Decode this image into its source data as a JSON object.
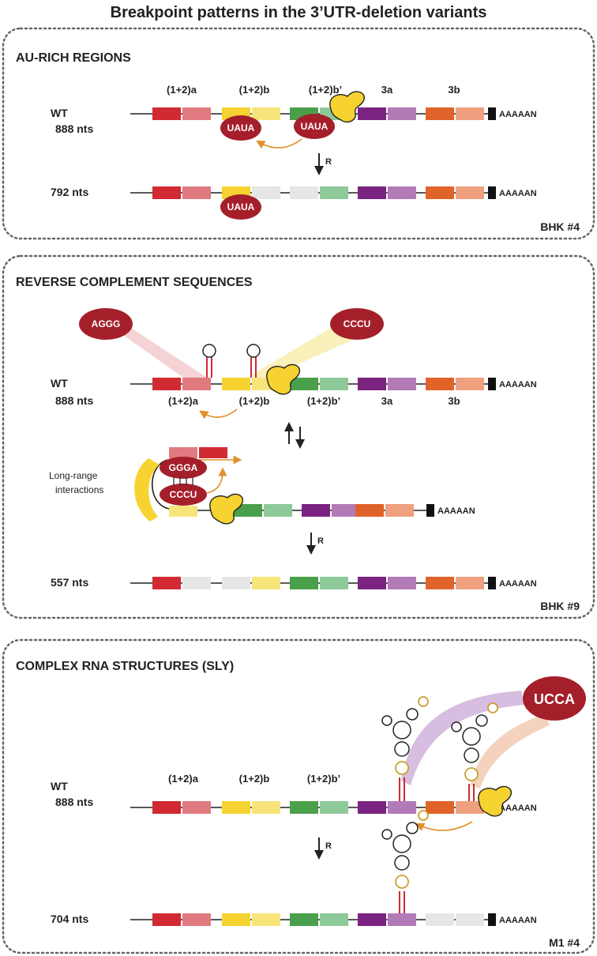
{
  "title": "Breakpoint patterns in the 3’UTR-deletion variants",
  "colors": {
    "s1a_left": "#d12a33",
    "s1a_right": "#e07a80",
    "s1b_left": "#f6d330",
    "s1b_right": "#f7e57b",
    "s1bp_left": "#4aa04a",
    "s1bp_right": "#8ec99a",
    "s3a_left": "#7a2381",
    "s3a_right": "#b27ab7",
    "s3b_left": "#e0632a",
    "s3b_right": "#eea07f",
    "deleted": "#e6e6e6",
    "oval": "#a51f2b",
    "arrow": "#e0912a",
    "enzyme": "#f6d330",
    "polyA_block": "#111111"
  },
  "segment_labels": [
    "(1+2)a",
    "(1+2)b",
    "(1+2)b’",
    "3a",
    "3b"
  ],
  "polyA": "AAAAAN",
  "recomb": "R",
  "panels": [
    {
      "title": "AU-RICH REGIONS",
      "tag": "BHK #4",
      "wt_label": "WT",
      "wt_len": "888 nts",
      "motif": "UAUA",
      "variant_len": "792 nts"
    },
    {
      "title": "REVERSE COMPLEMENT SEQUENCES",
      "tag": "BHK #9",
      "wt_label": "WT",
      "wt_len": "888 nts",
      "motif_left": "AGGG",
      "motif_right": "CCCU",
      "interaction_label_1": "Long-range",
      "interaction_label_2": "interactions",
      "pair_top": "GGGA",
      "pair_bottom": "CCCU",
      "variant_len": "557 nts"
    },
    {
      "title": "COMPLEX RNA STRUCTURES (SLY)",
      "tag": "M1 #4",
      "wt_label": "WT",
      "wt_len": "888 nts",
      "motif": "UCCA",
      "variant_len": "704 nts"
    }
  ]
}
